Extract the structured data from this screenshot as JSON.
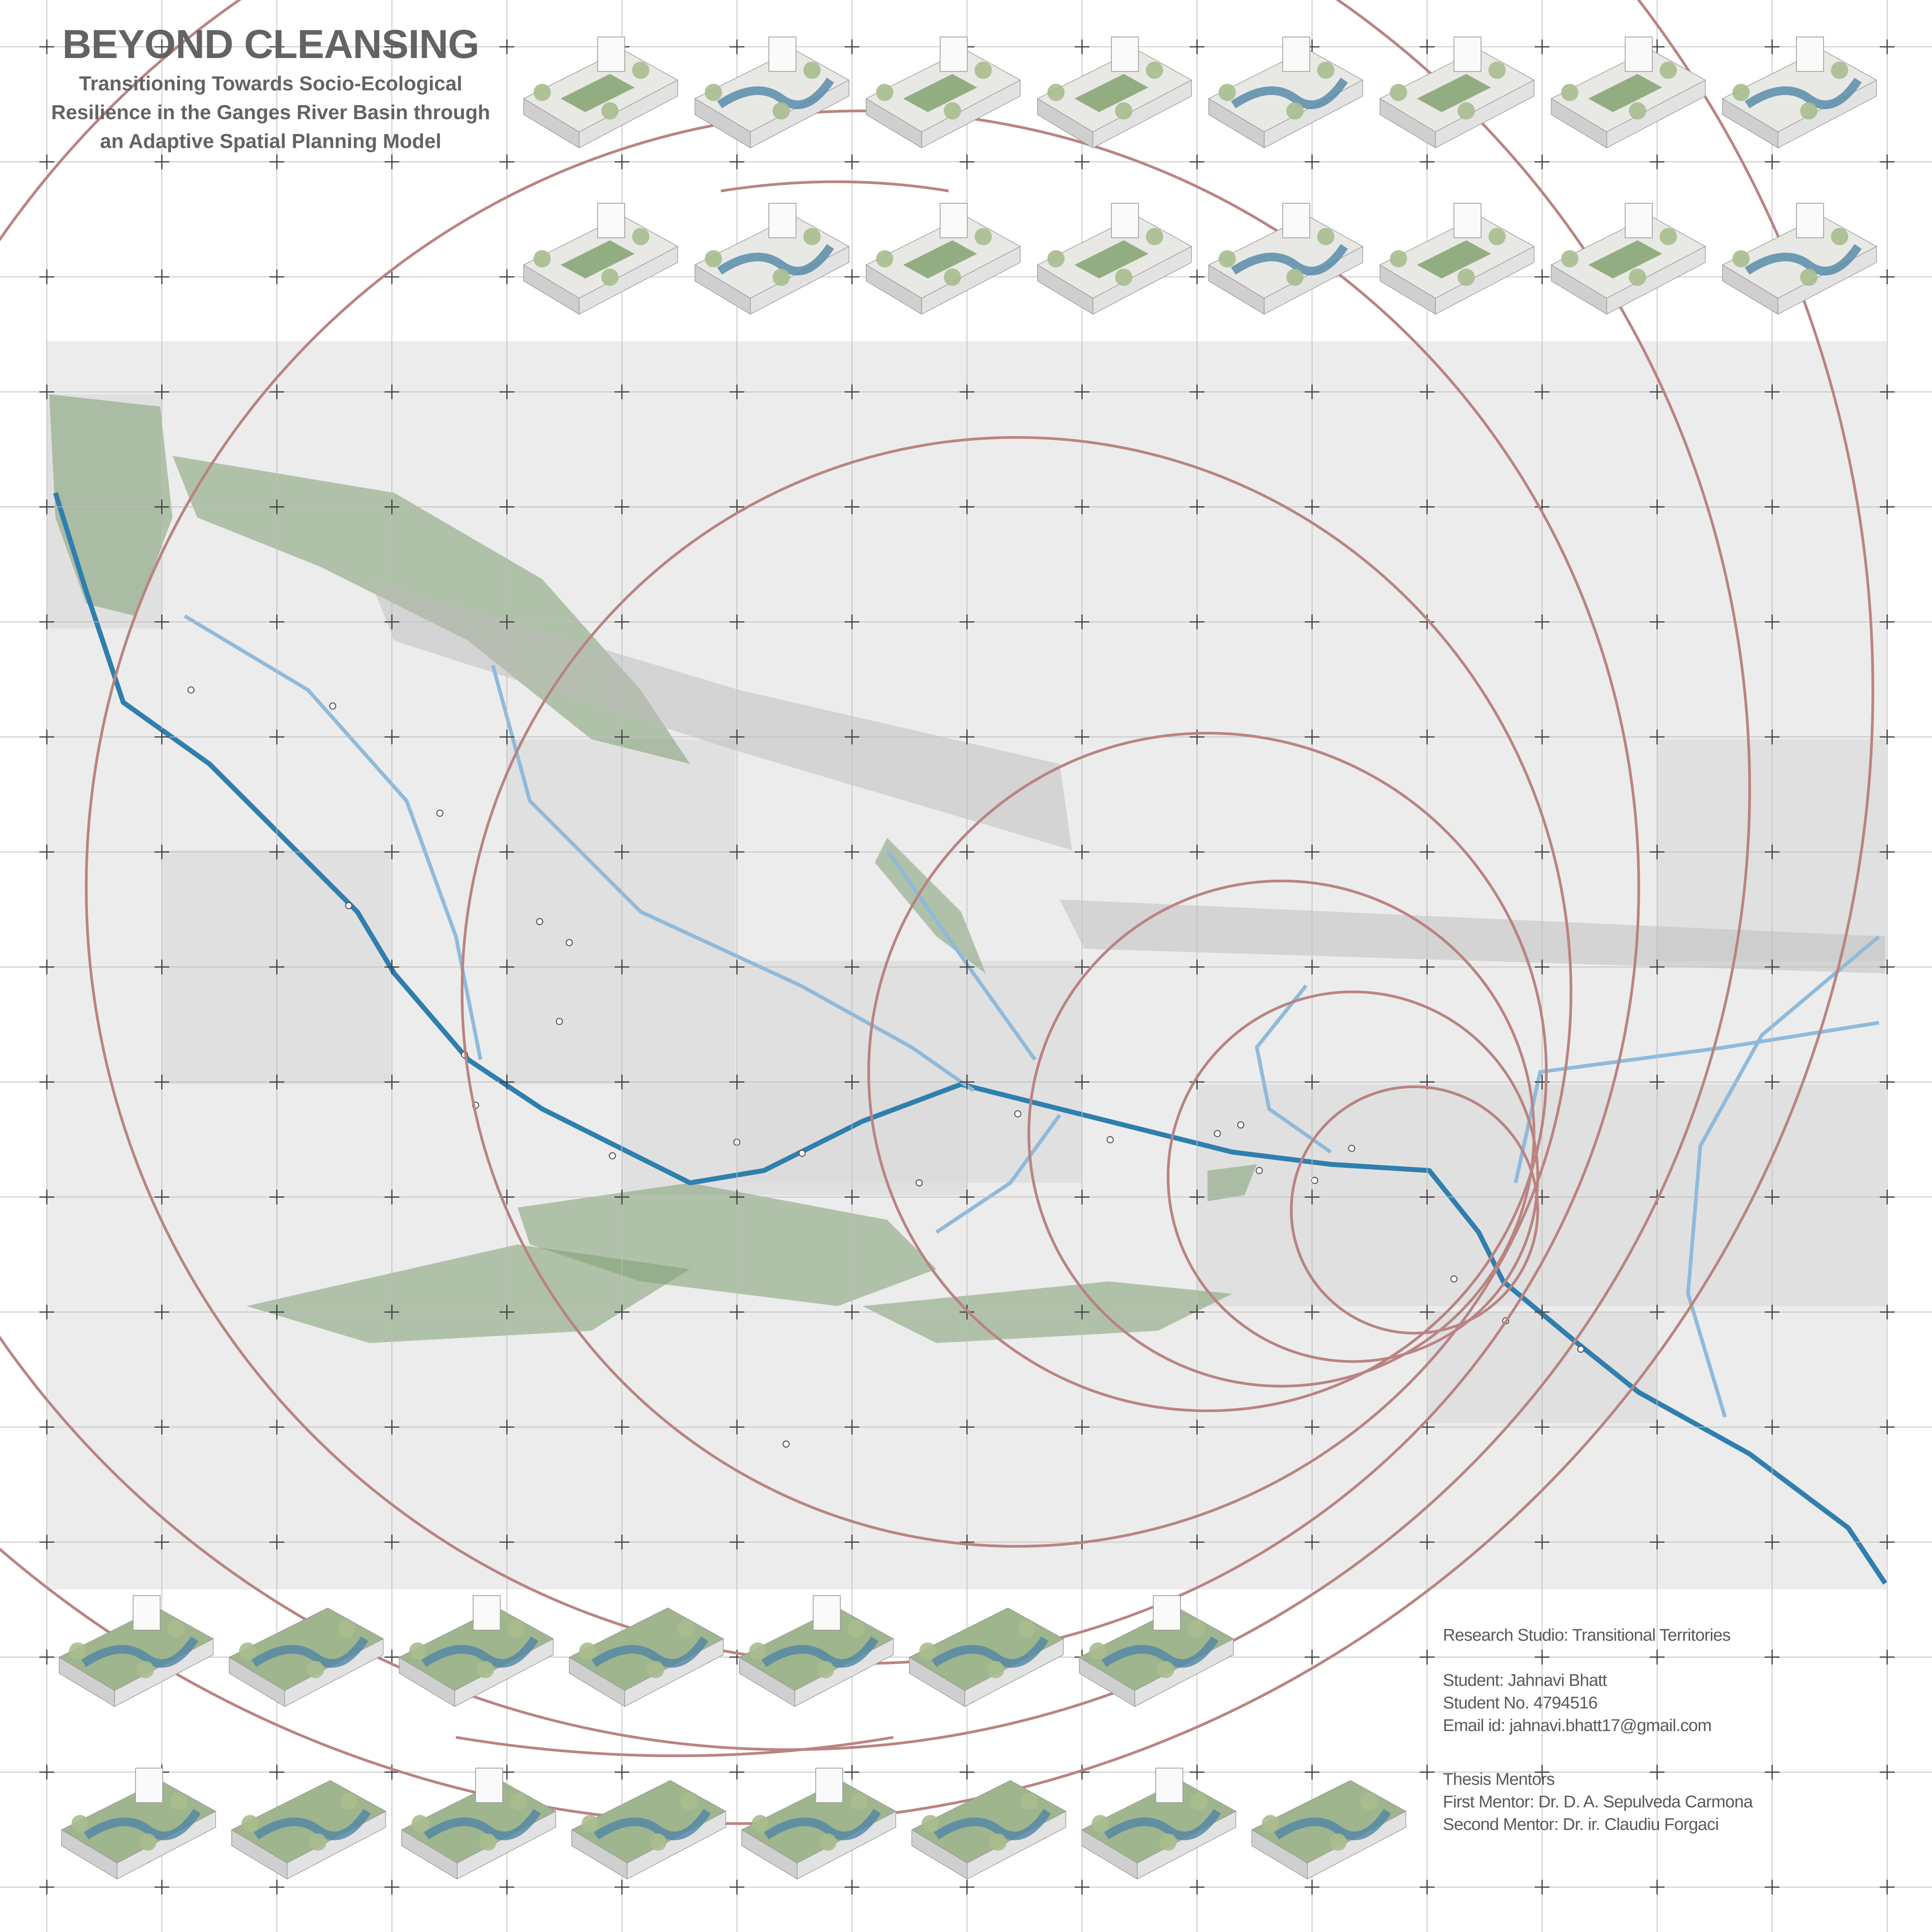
{
  "header": {
    "title": "BEYOND CLEANSING",
    "subtitle_lines": [
      "Transitioning Towards Socio-Ecological",
      "Resilience in the Ganges River Basin through",
      "an Adaptive Spatial Planning Model"
    ]
  },
  "credits": {
    "studio": "Research Studio: Transitional Territories",
    "student": "Student: Jahnavi Bhatt",
    "student_no": "Student No. 4794516",
    "email": "Email id: jahnavi.bhatt17@gmail.com",
    "mentors_heading": "Thesis Mentors",
    "first_mentor": "First Mentor: Dr. D. A. Sepulveda Carmona",
    "second_mentor": "Second Mentor: Dr. ir. Claudiu Forgaci"
  },
  "thumbnail_rows": [
    8,
    8,
    7,
    8
  ],
  "colors": {
    "circle": "#b98482",
    "river": "#2f7fae",
    "river_light": "#8fbadb",
    "vegetation": "#7f9e72",
    "grid": "#bdbdbd",
    "map_base": "#ececec",
    "text": "#636363"
  }
}
